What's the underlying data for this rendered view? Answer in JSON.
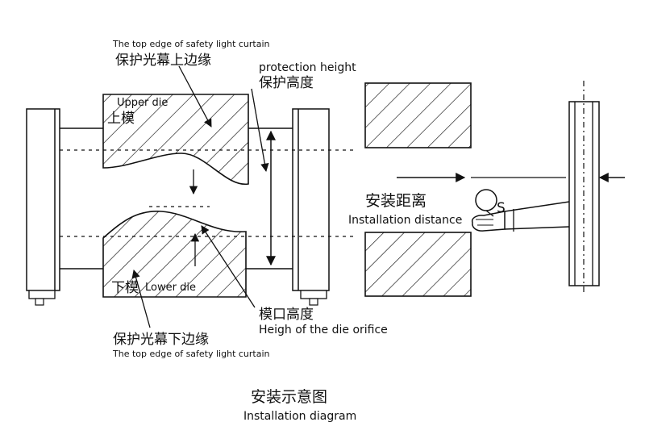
{
  "labels": {
    "top_edge_en": "The top edge of safety light curtain",
    "top_edge_cn": "保护光幕上边缘",
    "protection_height_en": "protection height",
    "protection_height_cn": "保护高度",
    "upper_die_en": "Upper die",
    "upper_die_cn": "上模",
    "lower_die_cn": "下模",
    "lower_die_en": "Lower die",
    "install_distance_cn": "安装距离",
    "install_distance_en": "Installation distance",
    "hand_symbol": "S",
    "die_orifice_cn": "模口高度",
    "die_orifice_en": "Heigh of the die orifice",
    "bottom_edge_cn": "保护光幕下边缘",
    "bottom_edge_en": "The top edge of safety light curtain"
  },
  "caption": {
    "cn": "安装示意图",
    "en": "Installation diagram"
  },
  "colors": {
    "stroke": "#111111",
    "background": "#ffffff"
  }
}
